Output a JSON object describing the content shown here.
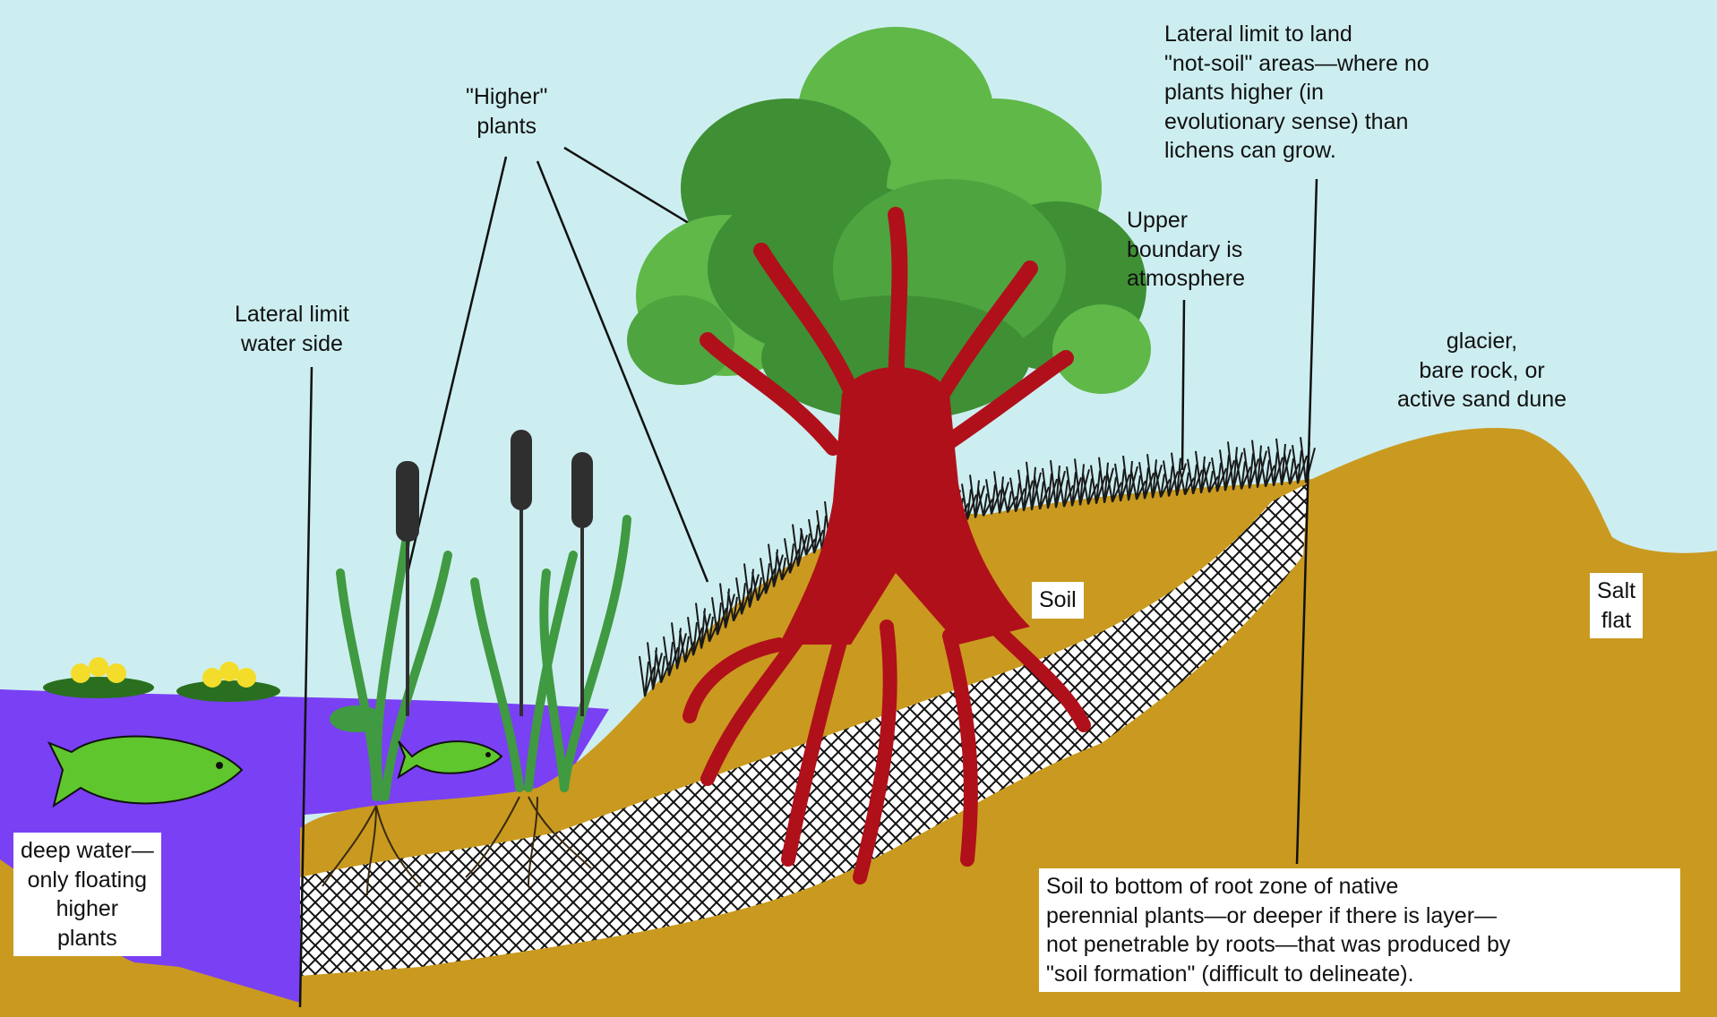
{
  "colors": {
    "sky": "#cdeef0",
    "soil": "#c99a1f",
    "water": "#7a40f4",
    "trunk": "#b0101a",
    "leaf_dark": "#3f8f35",
    "leaf_light": "#5fb848",
    "plant": "#3f9a42",
    "cattail": "#2f2f2f",
    "lily": "#f3dd2a",
    "label_box": "#ffffff"
  },
  "labels": {
    "higher_plants": "\"Higher\"\nplants",
    "lateral_limit_land": "Lateral limit to land\n\"not-soil\" areas—where no\nplants higher (in\nevolutionary sense) than\nlichens can grow.",
    "upper_boundary": "Upper\nboundary is\natmosphere",
    "lateral_limit_water": "Lateral limit\nwater side",
    "glacier": "glacier,\nbare rock, or\nactive sand dune",
    "soil": "Soil",
    "salt_flat": "Salt\nflat",
    "deep_water": "deep water—\nonly floating\nhigher\nplants",
    "root_zone": "Soil to bottom of root zone of native\nperennial plants—or deeper if there is layer—\nnot penetrable by roots—that was produced by\n\"soil formation\" (difficult to delineate)."
  },
  "icons": [
    "tree-icon",
    "cattail-icon",
    "water-lily-icon",
    "fish-icon",
    "grass-icon",
    "roots-icon"
  ]
}
